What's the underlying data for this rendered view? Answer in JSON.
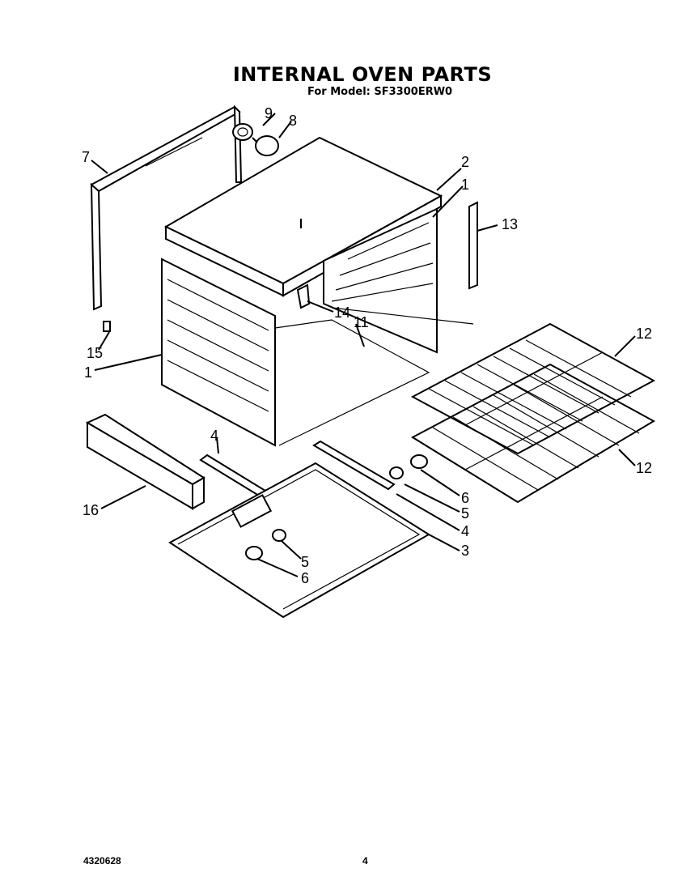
{
  "page": {
    "title": "INTERNAL OVEN PARTS",
    "subtitle": "For Model: SF3300ERW0",
    "doc_number": "4320628",
    "page_number": "4"
  },
  "callouts": {
    "c7": "7",
    "c9": "9",
    "c8": "8",
    "c2": "2",
    "c1a": "1",
    "c13": "13",
    "c14": "14",
    "c11": "11",
    "c15": "15",
    "c1b": "1",
    "c12a": "12",
    "c12b": "12",
    "c4a": "4",
    "c16": "16",
    "c6a": "6",
    "c5a": "5",
    "c4b": "4",
    "c3": "3",
    "c5b": "5",
    "c6b": "6"
  }
}
